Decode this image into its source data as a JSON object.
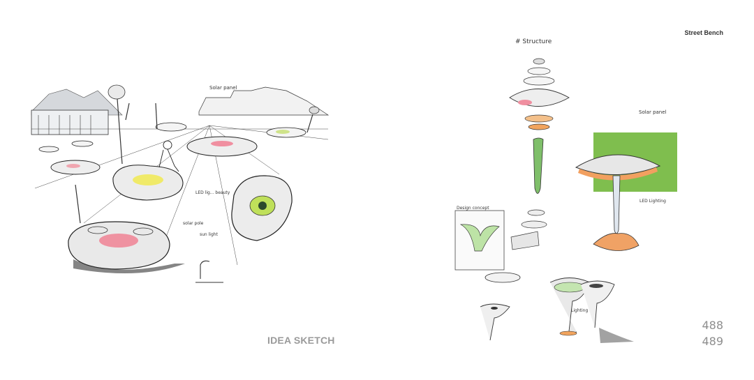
{
  "left_page": {
    "caption": "IDEA SKETCH",
    "annotations": [
      "Solar panel",
      "LED lig... beauty",
      "solar pole",
      "sun light"
    ]
  },
  "right_page": {
    "header": "Street Bench",
    "structure_heading": "# Structure",
    "annotations": [
      "Solar panel",
      "LED Lighting",
      "Lighting",
      "Design concept"
    ],
    "page_numbers": [
      "488",
      "489"
    ]
  },
  "colors": {
    "paper": "#ffffff",
    "ink": "#2b2b2b",
    "caption_grey": "#9a9a9a",
    "marker_green": "#7fb84e",
    "marker_red": "#e86a7a",
    "marker_yellow": "#e8e34a"
  }
}
